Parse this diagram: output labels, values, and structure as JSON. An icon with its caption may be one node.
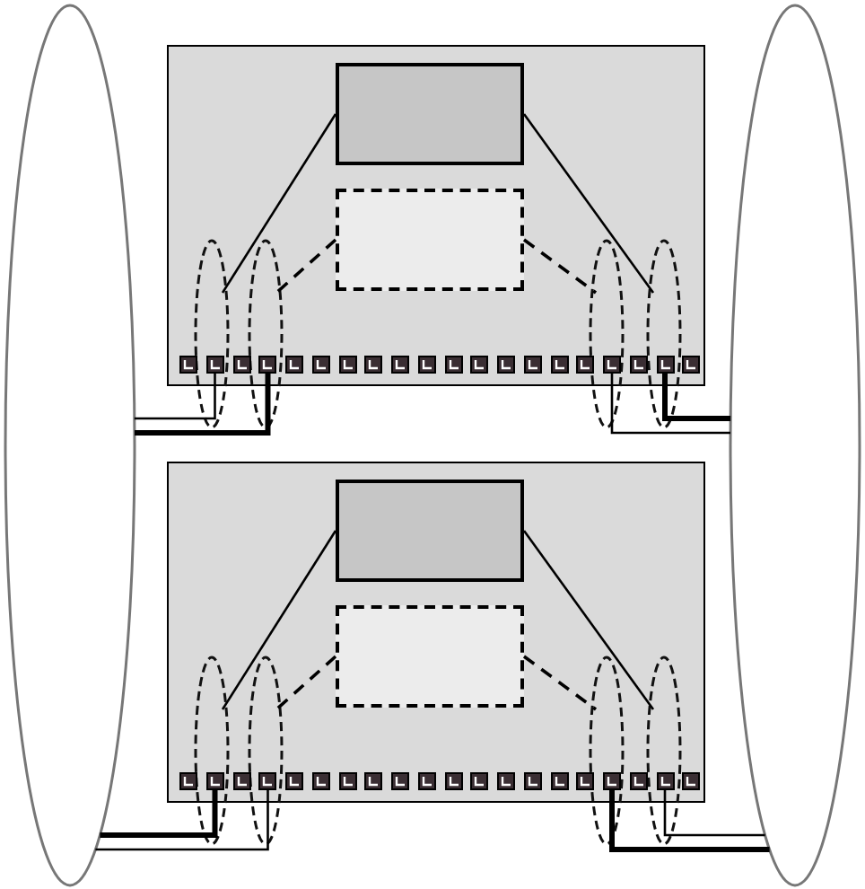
{
  "diagram": {
    "nodes": [
      {
        "text": [],
        "shape": "ellipse"
      },
      {
        "text": [],
        "shape": "ellipse"
      },
      {
        "text": [],
        "shape": "box"
      },
      {
        "text": [],
        "shape": "box",
        "in": 2
      },
      {
        "text": [],
        "shape": "box",
        "in": 2
      },
      {
        "text": [],
        "shape": "ellipse",
        "in": 2
      },
      {
        "text": [],
        "shape": "ellipse",
        "in": 2
      },
      {
        "text": [],
        "shape": "ellipse",
        "in": 2
      },
      {
        "text": [],
        "shape": "ellipse",
        "in": 2
      },
      {
        "text": [],
        "shape": "box",
        "in": 5
      },
      {
        "text": [],
        "shape": "box",
        "in": 6
      },
      {
        "text": [],
        "shape": "box",
        "in": 7
      },
      {
        "text": [],
        "shape": "box",
        "in": 8
      },
      {
        "text": [],
        "shape": "box"
      },
      {
        "text": [],
        "shape": "box",
        "in": 13
      },
      {
        "text": [],
        "shape": "box",
        "in": 13
      },
      {
        "text": [],
        "shape": "ellipse",
        "in": 13
      },
      {
        "text": [],
        "shape": "ellipse",
        "in": 13
      },
      {
        "text": [],
        "shape": "ellipse",
        "in": 13
      },
      {
        "text": [],
        "shape": "ellipse",
        "in": 13
      },
      {
        "text": [],
        "shape": "box",
        "in": 16
      },
      {
        "text": [],
        "shape": "box",
        "in": 17
      },
      {
        "text": [],
        "shape": "box",
        "in": 18
      },
      {
        "text": [],
        "shape": "box",
        "in": 19
      }
    ],
    "edges": [
      {
        "from": 3,
        "to": 5,
        "arrow": "none"
      },
      {
        "from": 3,
        "to": 8,
        "arrow": "none"
      },
      {
        "from": 4,
        "to": 6,
        "arrow": "none",
        "style": "dashed"
      },
      {
        "from": 4,
        "to": 7,
        "arrow": "none",
        "style": "dashed"
      },
      {
        "from": 9,
        "to": 0,
        "arrow": "none"
      },
      {
        "from": 10,
        "to": 0,
        "arrow": "none",
        "style": "thick"
      },
      {
        "from": 11,
        "to": 1,
        "arrow": "none"
      },
      {
        "from": 12,
        "to": 1,
        "arrow": "none",
        "style": "thick"
      },
      {
        "from": 14,
        "to": 16,
        "arrow": "none"
      },
      {
        "from": 14,
        "to": 19,
        "arrow": "none"
      },
      {
        "from": 15,
        "to": 17,
        "arrow": "none",
        "style": "dashed"
      },
      {
        "from": 15,
        "to": 18,
        "arrow": "none",
        "style": "dashed"
      },
      {
        "from": 20,
        "to": 0,
        "arrow": "none",
        "style": "thick"
      },
      {
        "from": 21,
        "to": 0,
        "arrow": "none"
      },
      {
        "from": 22,
        "to": 1,
        "arrow": "none",
        "style": "thick"
      },
      {
        "from": 23,
        "to": 1,
        "arrow": "none"
      }
    ]
  }
}
